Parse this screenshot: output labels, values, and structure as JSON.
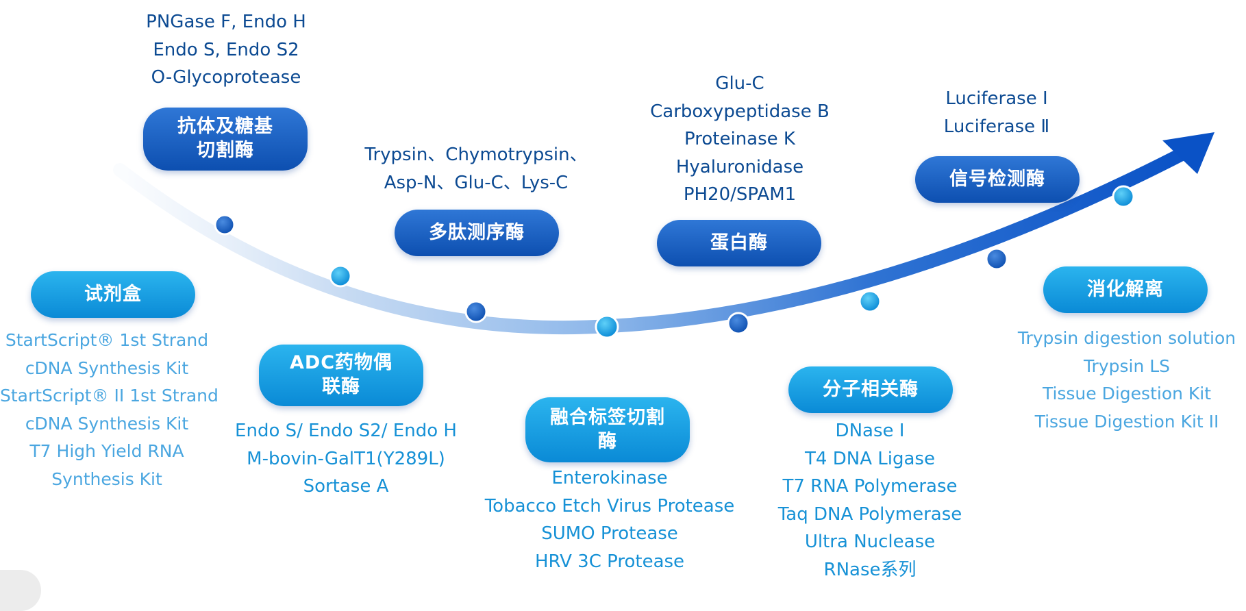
{
  "colors": {
    "dark_blue": "#0d4fb0",
    "light_blue": "#0a8ad6",
    "text_dark": "#0c4a92",
    "text_mid": "#1691d6",
    "text_light": "#4aa6e0"
  },
  "categories": [
    {
      "id": "antibody",
      "label": "抗体及糖基\n切割酶",
      "items": [
        "PNGase F, Endo H",
        "Endo S, Endo S2",
        "O-Glycoprotease"
      ]
    },
    {
      "id": "kits",
      "label": "试剂盒",
      "items": [
        "StartScript® 1st Strand",
        "cDNA Synthesis Kit",
        "StartScript® II 1st Strand",
        "cDNA Synthesis Kit",
        "T7 High Yield RNA",
        "Synthesis Kit"
      ]
    },
    {
      "id": "adc",
      "label": "ADC药物偶\n联酶",
      "items": [
        "Endo S/ Endo S2/ Endo H",
        "M-bovin-GalT1(Y289L)",
        "Sortase A"
      ]
    },
    {
      "id": "peptide",
      "label": "多肽测序酶",
      "items": [
        "Trypsin、Chymotrypsin、",
        "Asp-N、Glu-C、Lys-C"
      ]
    },
    {
      "id": "fusion",
      "label": "融合标签切割\n酶",
      "items": [
        "Enterokinase",
        "Tobacco Etch Virus Protease",
        "SUMO Protease",
        "HRV 3C Protease"
      ]
    },
    {
      "id": "protease",
      "label": "蛋白酶",
      "items": [
        "Glu-C",
        "Carboxypeptidase B",
        "Proteinase K",
        "Hyaluronidase",
        "PH20/SPAM1"
      ]
    },
    {
      "id": "molecular",
      "label": "分子相关酶",
      "items": [
        "DNase Ⅰ",
        "T4 DNA Ligase",
        "T7 RNA Polymerase",
        "Taq DNA Polymerase",
        "Ultra Nuclease",
        "RNase系列"
      ]
    },
    {
      "id": "signal",
      "label": "信号检测酶",
      "items": [
        "Luciferase Ⅰ",
        "Luciferase Ⅱ"
      ]
    },
    {
      "id": "digestion",
      "label": "消化解离",
      "items": [
        "Trypsin digestion solution",
        "Trypsin LS",
        "Tissue Digestion Kit",
        "Tissue Digestion Kit II"
      ]
    }
  ]
}
